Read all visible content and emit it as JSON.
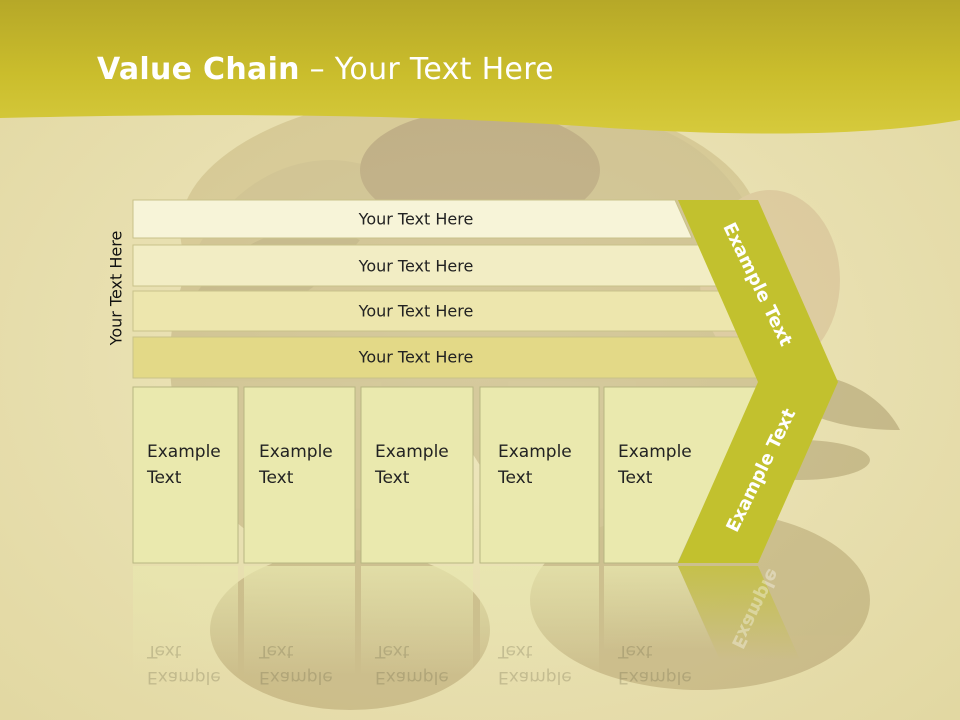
{
  "slide": {
    "title_bold": "Value Chain",
    "title_rest": " – Your Text Here",
    "side_label": "Your Text Here",
    "bars": [
      {
        "label": "Your Text Here"
      },
      {
        "label": "Your Text Here"
      },
      {
        "label": "Your Text Here"
      },
      {
        "label": "Your Text Here"
      }
    ],
    "columns": [
      {
        "line1": "Example",
        "line2": "Text"
      },
      {
        "line1": "Example",
        "line2": "Text"
      },
      {
        "line1": "Example",
        "line2": "Text"
      },
      {
        "line1": "Example",
        "line2": "Text"
      },
      {
        "line1": "Example",
        "line2": "Text"
      }
    ],
    "chevron_upper": "Example Text",
    "chevron_lower": "Example Text",
    "chevron_reflection": "Example"
  },
  "colors": {
    "header_band": "#c9bc2a",
    "chevron": "#c2c12e",
    "bar_1": "#f7f4d8",
    "bar_2": "#f2edc4",
    "bar_3": "#ede6ad",
    "bar_4": "#e3d987",
    "column": "#eae9ae",
    "paper": "#ece4b6"
  }
}
